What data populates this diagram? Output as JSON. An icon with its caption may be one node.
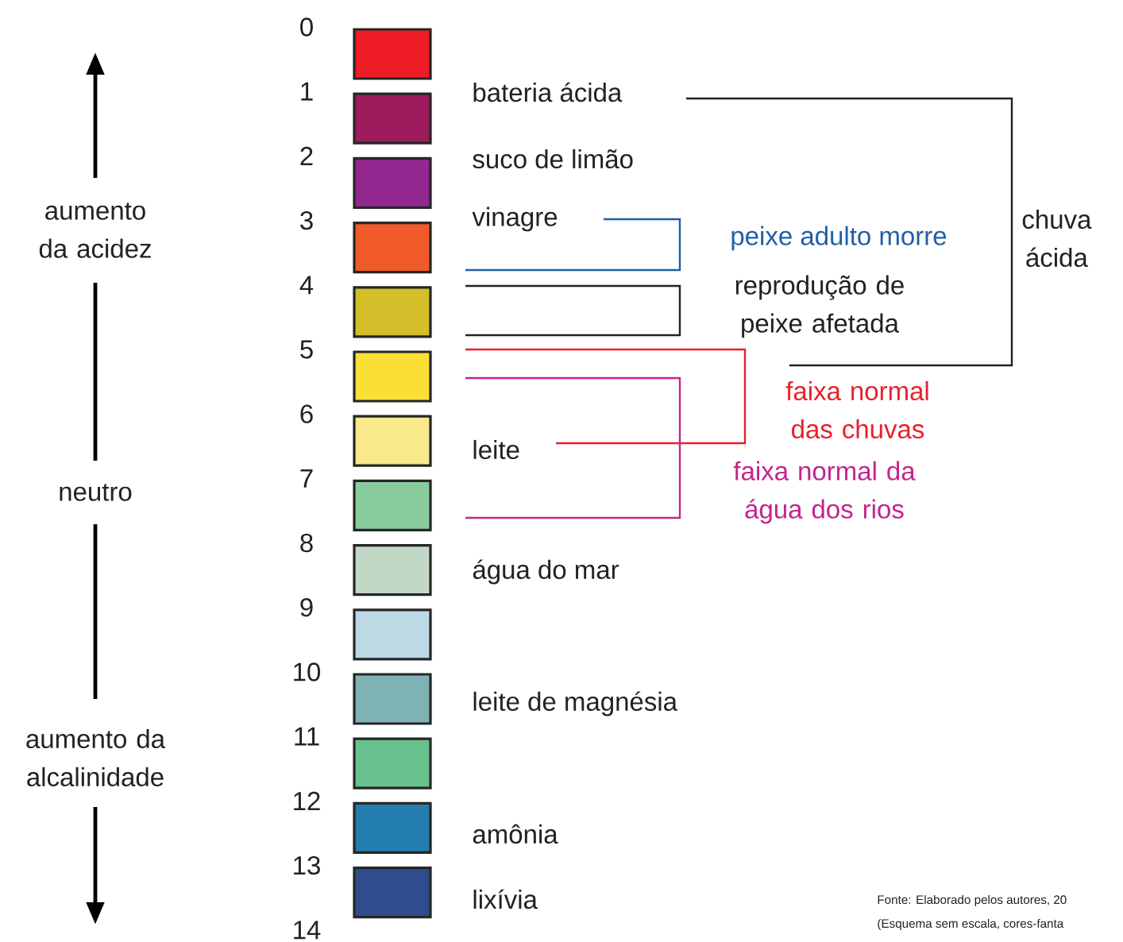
{
  "diagram": {
    "nodes": [
      {
        "text": [],
        "shape": "box"
      },
      {
        "text": [],
        "shape": "box"
      },
      {
        "text": [],
        "shape": "box"
      },
      {
        "text": [],
        "shape": "box"
      },
      {
        "text": [],
        "shape": "box"
      },
      {
        "text": [],
        "shape": "box"
      },
      {
        "text": [],
        "shape": "box"
      },
      {
        "text": [],
        "shape": "box"
      },
      {
        "text": [],
        "shape": "box"
      },
      {
        "text": [],
        "shape": "box"
      },
      {
        "text": [],
        "shape": "box"
      },
      {
        "text": [],
        "shape": "box"
      },
      {
        "text": [],
        "shape": "box"
      },
      {
        "text": [],
        "shape": "box"
      }
    ],
    "labels": [
      "aumento da acidez",
      "neutro",
      "aumento da alcalinidade",
      "0",
      "1",
      "2",
      "3",
      "4",
      "5",
      "6",
      "7",
      "8",
      "9",
      "10",
      "11",
      "12",
      "13",
      "14",
      "bateria ácida",
      "suco de limão",
      "vinagre",
      "leite",
      "água do mar",
      "leite de magnésia",
      "amônia",
      "lixívia",
      "peixe adulto morre",
      "reprodução de peixe afetada",
      "faixa normal das chuvas",
      "faixa normal da água dos rios",
      "chuva ácida",
      "Fonte: Elaborado pelos autores, 20",
      "(Esquema sem escala, cores-fanta"
    ]
  }
}
